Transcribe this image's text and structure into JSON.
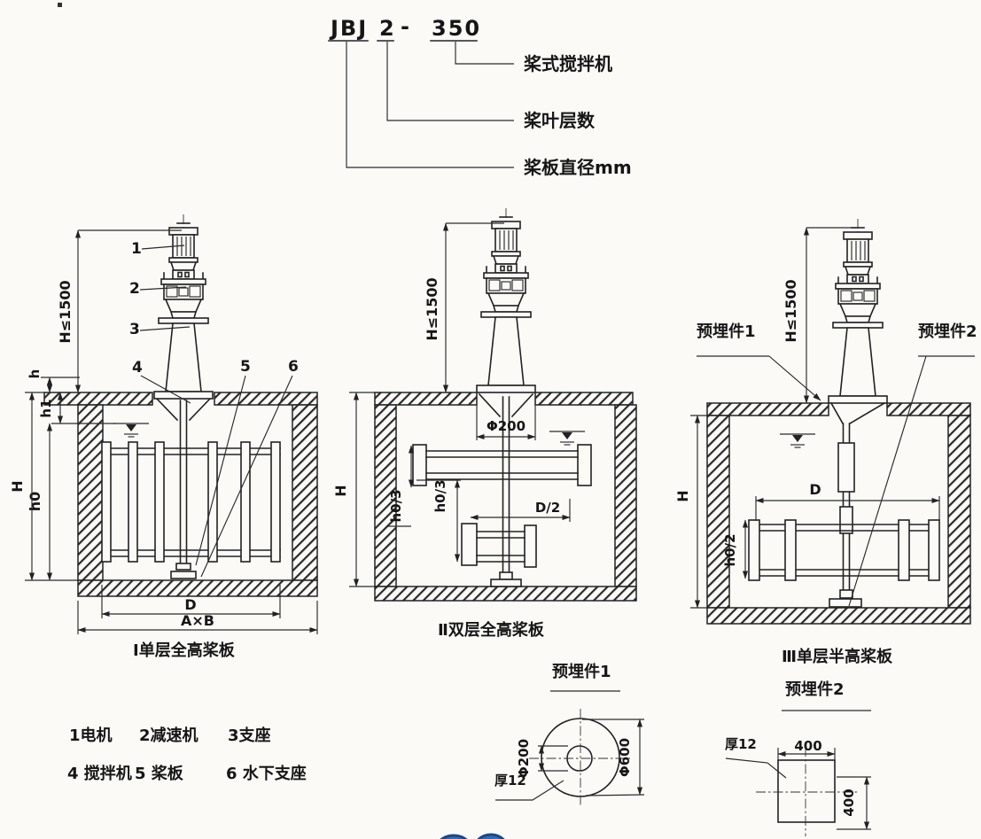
{
  "header": {
    "model_code": {
      "series": "JBJ",
      "layers": "2",
      "separator": "-",
      "diameter": "350"
    },
    "callouts": {
      "type_name": "桨式搅拌机",
      "layer_count": "桨叶层数",
      "paddle_diameter": "桨板直径mm"
    }
  },
  "diagram_1": {
    "caption": "Ⅰ单层全高桨板",
    "part_numbers": [
      "1",
      "2",
      "3",
      "4",
      "5",
      "6"
    ],
    "dims": {
      "height_limit": "H≤1500",
      "h": "h",
      "h1": "h1",
      "h0": "h0",
      "H": "H",
      "D": "D",
      "AxB": "A×B"
    }
  },
  "diagram_2": {
    "caption": "Ⅱ双层全高桨板",
    "dims": {
      "height_limit": "H≤1500",
      "opening": "Φ200",
      "h0_3_upper": "h0/3",
      "h0_3_lower": "h0/3",
      "half_d": "D/2",
      "H": "H"
    }
  },
  "diagram_3": {
    "caption": "Ⅲ单层半高桨板",
    "embed1_label": "预埋件1",
    "embed2_label": "预埋件2",
    "dims": {
      "height_limit": "H≤1500",
      "D": "D",
      "h0_2": "h0/2",
      "H": "H"
    }
  },
  "legend": {
    "row1": [
      "1电机",
      "2减速机",
      "3支座"
    ],
    "row2": [
      "4 搅拌机",
      "5 桨板",
      "6 水下支座"
    ]
  },
  "detail_1": {
    "title": "预埋件1",
    "dims": {
      "inner": "Φ200",
      "outer": "Φ600",
      "thickness": "厚12"
    }
  },
  "detail_2": {
    "title": "预埋件2",
    "dims": {
      "width": "400",
      "height": "400",
      "thickness": "厚12"
    }
  },
  "colors": {
    "paper": "#fbfaf7",
    "ink": "#222222",
    "stamp_blue": "#2e6db6"
  }
}
